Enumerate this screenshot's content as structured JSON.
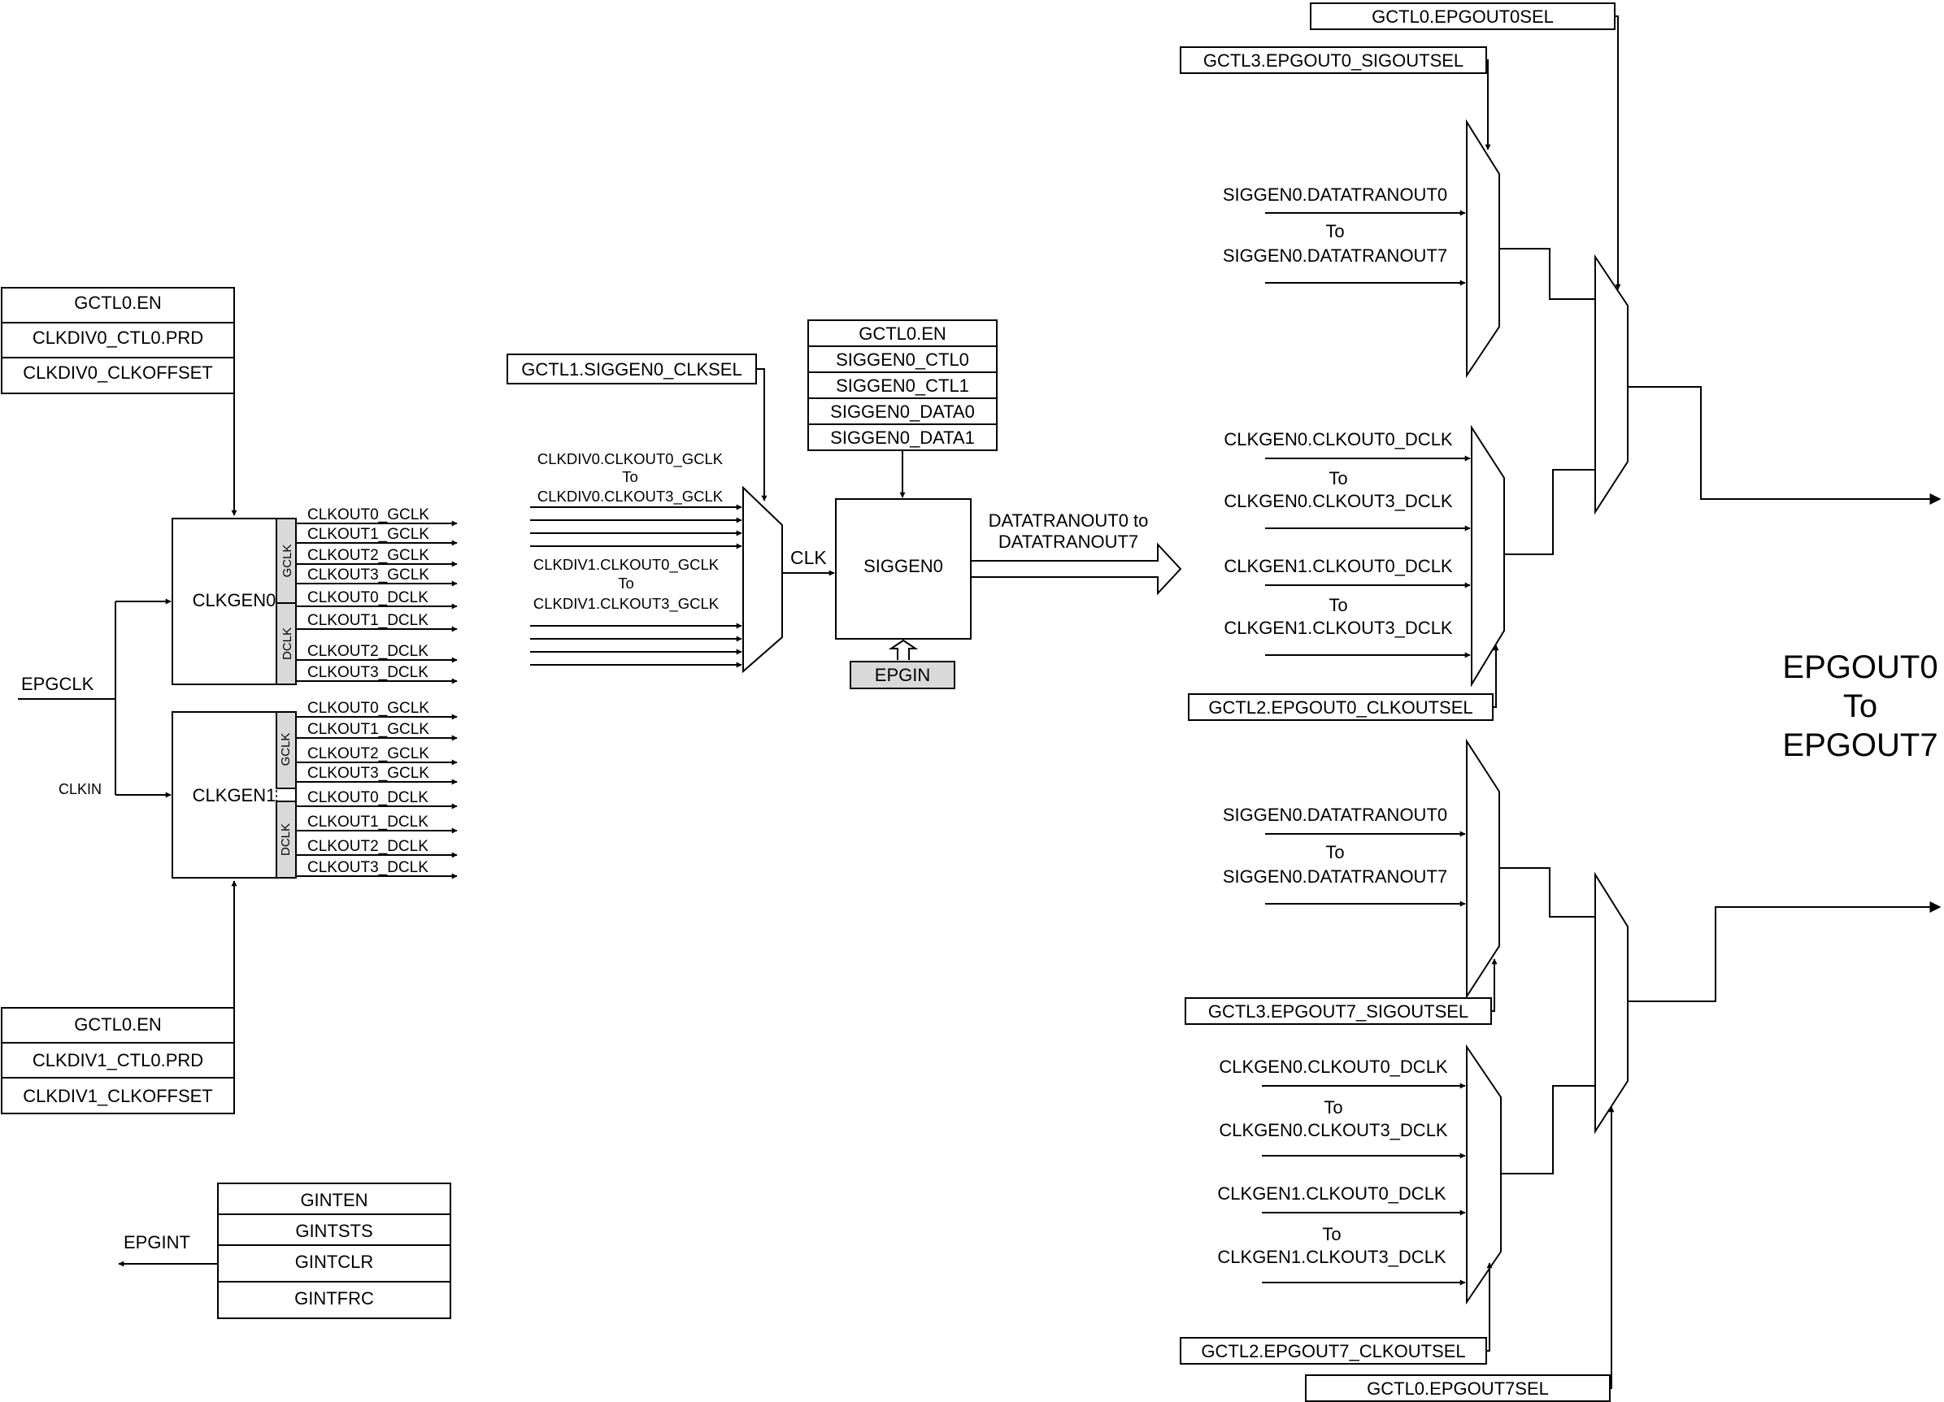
{
  "clkdiv0_regs": [
    "GCTL0.EN",
    "CLKDIV0_CTL0.PRD",
    "CLKDIV0_CLKOFFSET"
  ],
  "clkdiv1_regs": [
    "GCTL0.EN",
    "CLKDIV1_CTL0.PRD",
    "CLKDIV1_CLKOFFSET"
  ],
  "int_regs": [
    "GINTEN",
    "GINTSTS",
    "GINTCLR",
    "GINTFRC"
  ],
  "epgclk": "EPGCLK",
  "clkin": "CLKIN",
  "epgint": "EPGINT",
  "clkgen0": {
    "name": "CLKGEN0",
    "gclk_tab": "GCLK",
    "dclk_tab": "DCLK",
    "outputs": [
      "CLKOUT0_GCLK",
      "CLKOUT1_GCLK",
      "CLKOUT2_GCLK",
      "CLKOUT3_GCLK",
      "CLKOUT0_DCLK",
      "CLKOUT1_DCLK",
      "CLKOUT2_DCLK",
      "CLKOUT3_DCLK"
    ]
  },
  "clkgen1": {
    "name": "CLKGEN1",
    "gclk_tab": "GCLK",
    "dclk_tab": "DCLK",
    "outputs": [
      "CLKOUT0_GCLK",
      "CLKOUT1_GCLK",
      "CLKOUT2_GCLK",
      "CLKOUT3_GCLK",
      "CLKOUT0_DCLK",
      "CLKOUT1_DCLK",
      "CLKOUT2_DCLK",
      "CLKOUT3_DCLK"
    ]
  },
  "siggen_mux": {
    "sel": "GCTL1.SIGGEN0_CLKSEL",
    "in_a": [
      "CLKDIV0.CLKOUT0_GCLK",
      "To",
      "CLKDIV0.CLKOUT3_GCLK"
    ],
    "in_b": [
      "CLKDIV1.CLKOUT0_GCLK",
      "To",
      "CLKDIV1.CLKOUT3_GCLK"
    ],
    "out": "CLK"
  },
  "siggen0": {
    "name": "SIGGEN0",
    "regs": [
      "GCTL0.EN",
      "SIGGEN0_CTL0",
      "SIGGEN0_CTL1",
      "SIGGEN0_DATA0",
      "SIGGEN0_DATA1"
    ],
    "input": "EPGIN",
    "output": [
      "DATATRANOUT0 to",
      "DATATRANOUT7"
    ]
  },
  "epgout_top": {
    "sel_final": "GCTL0.EPGOUT0SEL",
    "sel_sig": "GCTL3.EPGOUT0_SIGOUTSEL",
    "sel_clk": "GCTL2.EPGOUT0_CLKOUTSEL",
    "sig_in": [
      "SIGGEN0.DATATRANOUT0",
      "To",
      "SIGGEN0.DATATRANOUT7"
    ],
    "clk_in_a": [
      "CLKGEN0.CLKOUT0_DCLK",
      "To",
      "CLKGEN0.CLKOUT3_DCLK"
    ],
    "clk_in_b": [
      "CLKGEN1.CLKOUT0_DCLK",
      "To",
      "CLKGEN1.CLKOUT3_DCLK"
    ]
  },
  "epgout_bottom": {
    "sel_final": "GCTL0.EPGOUT7SEL",
    "sel_sig": "GCTL3.EPGOUT7_SIGOUTSEL",
    "sel_clk": "GCTL2.EPGOUT7_CLKOUTSEL",
    "sig_in": [
      "SIGGEN0.DATATRANOUT0",
      "To",
      "SIGGEN0.DATATRANOUT7"
    ],
    "clk_in_a": [
      "CLKGEN0.CLKOUT0_DCLK",
      "To",
      "CLKGEN0.CLKOUT3_DCLK"
    ],
    "clk_in_b": [
      "CLKGEN1.CLKOUT0_DCLK",
      "To",
      "CLKGEN1.CLKOUT3_DCLK"
    ]
  },
  "epgout_label": [
    "EPGOUT0",
    "To",
    "EPGOUT7"
  ]
}
